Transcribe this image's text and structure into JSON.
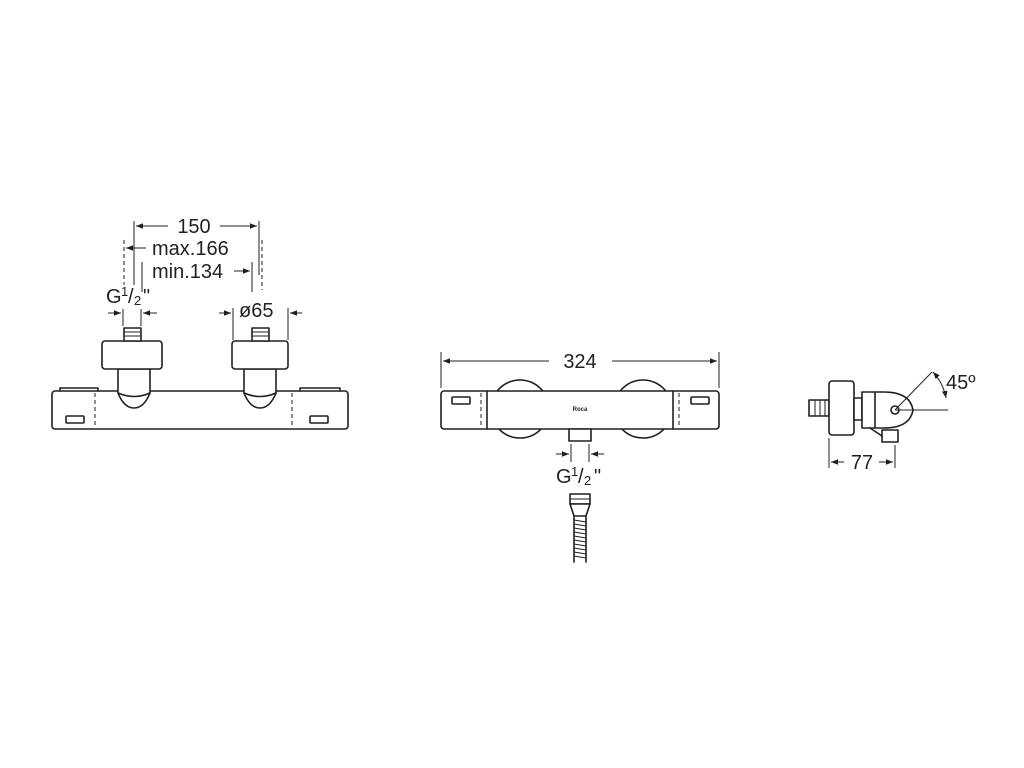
{
  "front_view": {
    "dim_overall": "150",
    "dim_max": "max.166",
    "dim_min": "min.134",
    "thread": {
      "prefix": "G",
      "sup": "1",
      "sub": "2",
      "suffix": "\""
    },
    "diameter": "ø65"
  },
  "top_view": {
    "dim_length": "324",
    "thread": {
      "prefix": "G",
      "sup": "1",
      "sub": "2",
      "suffix": "\""
    },
    "brand_mark": "Roca"
  },
  "side_view": {
    "angle": "45º",
    "depth": "77"
  },
  "colors": {
    "line": "#231f20",
    "background": "#ffffff"
  }
}
